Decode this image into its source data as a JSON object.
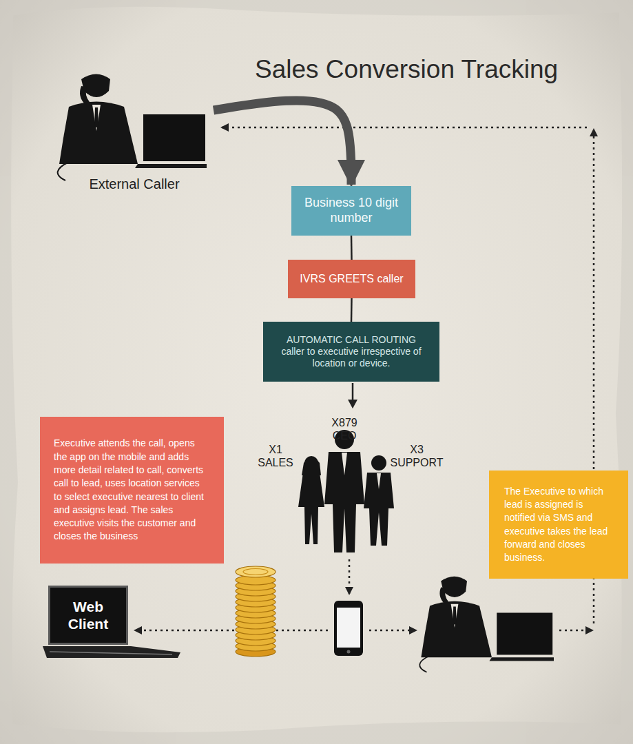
{
  "diagram": {
    "title": "Sales Conversion Tracking",
    "nodes": [
      {
        "text": [
          "External Caller"
        ]
      },
      {
        "text": [
          "Business 10 digit number"
        ]
      },
      {
        "text": [
          "IVRS GREETS caller"
        ]
      },
      {
        "text": [
          "AUTOMATIC CALL ROUTING caller to executive irrespective of location or device."
        ]
      },
      {
        "text": [
          "Executive attends the call, opens the app on the mobile and adds more detail related to call, converts call to lead, uses location services to select executive nearest to client and assigns lead. The sales executive visits the customer and closes the business"
        ]
      },
      {
        "text": [
          "The Executive to which lead is assigned is notified via SMS and executive takes the lead forward and closes business."
        ]
      },
      {
        "text": [
          "Web Client"
        ]
      }
    ],
    "edges": [
      {
        "from": 0,
        "to": 1,
        "arrow": "to"
      },
      {
        "from": 1,
        "to": 2,
        "arrow": "none"
      },
      {
        "from": 2,
        "to": 3,
        "arrow": "none"
      }
    ],
    "labels": [
      "X879 CEO",
      "X1 SALES",
      "X3 SUPPORT"
    ]
  }
}
